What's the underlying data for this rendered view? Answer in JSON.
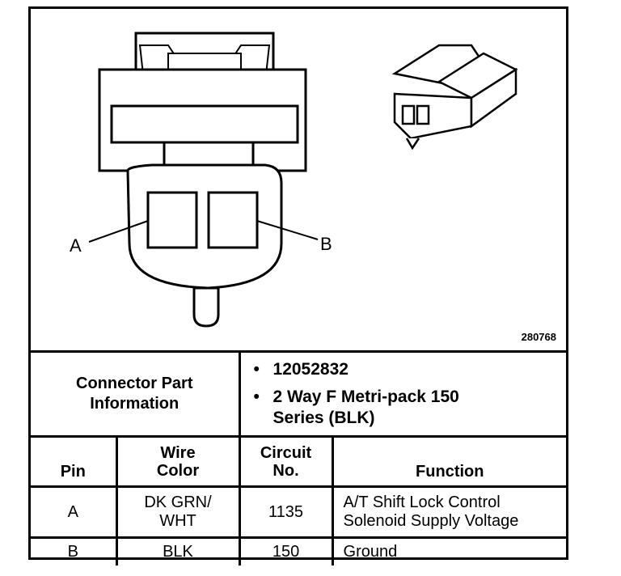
{
  "figure_number": "280768",
  "pin_labels": {
    "a": "A",
    "b": "B"
  },
  "connector_info": {
    "label": "Connector Part Information",
    "items": [
      "12052832",
      "2 Way F Metri-pack 150 Series (BLK)"
    ]
  },
  "table": {
    "headers": {
      "pin": "Pin",
      "wire_color": "Wire Color",
      "circuit": "Circuit No.",
      "function": "Function"
    },
    "rows": [
      {
        "pin": "A",
        "wire_color": "DK GRN/ WHT",
        "circuit": "1135",
        "function": "A/T Shift Lock Control Solenoid Supply Voltage"
      },
      {
        "pin": "B",
        "wire_color": "BLK",
        "circuit": "150",
        "function": "Ground"
      }
    ]
  }
}
